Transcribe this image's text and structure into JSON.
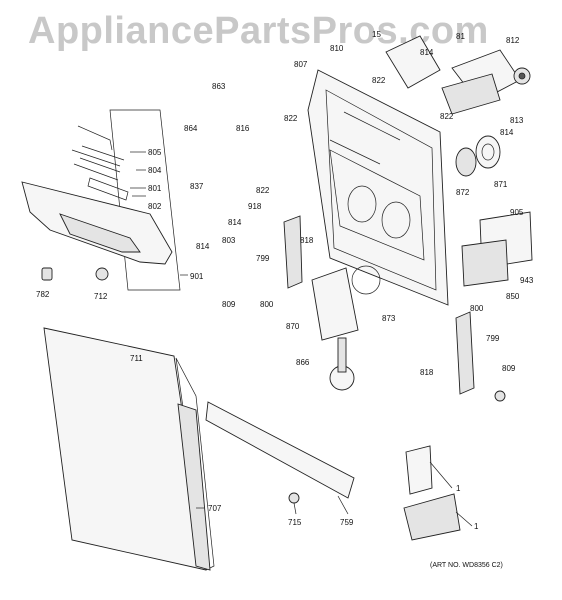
{
  "watermark": "AppliancePartsPros.com",
  "art_number": "(ART NO. WD8356 C2)",
  "part_labels": {
    "l805": "805",
    "l804": "804",
    "l801": "801",
    "l802": "802",
    "l901": "901",
    "l782": "782",
    "l712": "712",
    "l863": "863",
    "l864": "864",
    "l816": "816",
    "l822a": "822",
    "l822b": "822",
    "l822c": "822",
    "l822d": "822",
    "l837": "837",
    "l918": "918",
    "l814a": "814",
    "l814b": "814",
    "l814c": "814",
    "l814d": "814",
    "l803": "803",
    "l799a": "799",
    "l799b": "799",
    "l818a": "818",
    "l818b": "818",
    "l809a": "809",
    "l809b": "809",
    "l800a": "800",
    "l800b": "800",
    "l810": "810",
    "l807": "807",
    "l15": "15",
    "l81": "81",
    "l812": "812",
    "l813": "813",
    "l872": "872",
    "l871": "871",
    "l905": "905",
    "l943": "943",
    "l850": "850",
    "l870": "870",
    "l873": "873",
    "l866": "866",
    "l711": "711",
    "l707": "707",
    "l715": "715",
    "l759": "759",
    "l1a": "1",
    "l1b": "1"
  }
}
